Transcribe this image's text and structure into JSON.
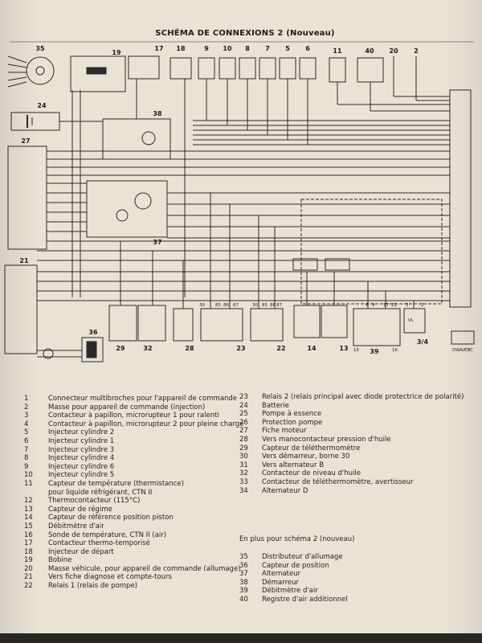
{
  "title": "SCHÉMA DE CONNEXIONS 2 (Nouveau)",
  "component_labels": {
    "c35": "35",
    "c19": "19",
    "c17": "17",
    "c18": "18",
    "c9": "9",
    "c10": "10",
    "c8": "8",
    "c7": "7",
    "c5": "5",
    "c6": "6",
    "c11": "11",
    "c40": "40",
    "c20": "20",
    "c2": "2",
    "c24": "24",
    "c38": "38",
    "c27": "27",
    "c37": "37",
    "c21": "21",
    "c36": "36",
    "c29": "29",
    "c32": "32",
    "c28": "28",
    "c23": "23",
    "c22": "22",
    "c14": "14",
    "c13": "13",
    "c39": "39",
    "c34": "3/4",
    "dwa": "DWA/EBC"
  },
  "terminal_labels": {
    "t30_23": "30",
    "t85": "85",
    "t86": "86",
    "t87b": "87",
    "t30_22": "30",
    "t85_22": "85",
    "t86_22": "86",
    "t87_22": "87",
    "t15": "15",
    "t16": "16",
    "t6": "6",
    "t9": "9",
    "t17": "17",
    "t22": "22",
    "t3": "3",
    "t2": "2",
    "vl": "VL"
  },
  "legend_left": [
    {
      "n": "1",
      "t": "Connecteur multibroches pour l'appareil de commande"
    },
    {
      "n": "2",
      "t": "Masse pour appareil de commande (injection)"
    },
    {
      "n": "3",
      "t": "Contacteur à papillon, microrupteur 1 pour ralenti"
    },
    {
      "n": "4",
      "t": "Contacteur à papillon, microrupteur 2 pour pleine charge"
    },
    {
      "n": "5",
      "t": "Injecteur cylindre 2"
    },
    {
      "n": "6",
      "t": "Injecteur cylindre 1"
    },
    {
      "n": "7",
      "t": "Injecteur cylindre 3"
    },
    {
      "n": "8",
      "t": "Injecteur cylindre 4"
    },
    {
      "n": "9",
      "t": "Injecteur cylindre 6"
    },
    {
      "n": "10",
      "t": "Injecteur cylindre 5"
    },
    {
      "n": "11",
      "t": "Capteur de température (thermistance)"
    },
    {
      "n": "",
      "t": "pour liquide réfrigérant, CTN II"
    },
    {
      "n": "12",
      "t": "Thermocontacteur (115°C)"
    },
    {
      "n": "13",
      "t": "Capteur de régime"
    },
    {
      "n": "14",
      "t": "Capteur de référence position piston"
    },
    {
      "n": "15",
      "t": "Débitmètre d'air"
    },
    {
      "n": "16",
      "t": "Sonde de température, CTN II (air)"
    },
    {
      "n": "17",
      "t": "Contacteur thermo-temporisé"
    },
    {
      "n": "18",
      "t": "Injecteur de départ"
    },
    {
      "n": "19",
      "t": "Bobine"
    },
    {
      "n": "20",
      "t": "Masse véhicule, pour appareil de commande (allumage)"
    },
    {
      "n": "21",
      "t": "Vers fiche diagnose et compte-tours"
    },
    {
      "n": "22",
      "t": "Relais 1 (relais de pompe)"
    }
  ],
  "legend_right": [
    {
      "n": "23",
      "t": "Relais 2 (relais principal avec diode protectrice de polarité)"
    },
    {
      "n": "24",
      "t": "Batterie"
    },
    {
      "n": "25",
      "t": "Pompe à essence"
    },
    {
      "n": "26",
      "t": "Protection pompe"
    },
    {
      "n": "27",
      "t": "Fiche moteur"
    },
    {
      "n": "28",
      "t": "Vers manocontacteur pression d'huile"
    },
    {
      "n": "29",
      "t": "Capteur de téléthermomètre"
    },
    {
      "n": "30",
      "t": "Vers démarreur, borne 30"
    },
    {
      "n": "31",
      "t": "Vers alternateur B"
    },
    {
      "n": "32",
      "t": "Contacteur de niveau d'huile"
    },
    {
      "n": "33",
      "t": "Contacteur de téléthermomètre, avertisseur"
    },
    {
      "n": "34",
      "t": "Alternateur D"
    }
  ],
  "legend_sub": "En plus pour schéma 2 (nouveau)",
  "legend_right2": [
    {
      "n": "35",
      "t": "Distributeur d'allumage"
    },
    {
      "n": "36",
      "t": "Capteur de position"
    },
    {
      "n": "37",
      "t": "Alternateur"
    },
    {
      "n": "38",
      "t": "Démarreur"
    },
    {
      "n": "39",
      "t": "Débitmètre d'air"
    },
    {
      "n": "40",
      "t": "Registre d'air additionnel"
    }
  ]
}
